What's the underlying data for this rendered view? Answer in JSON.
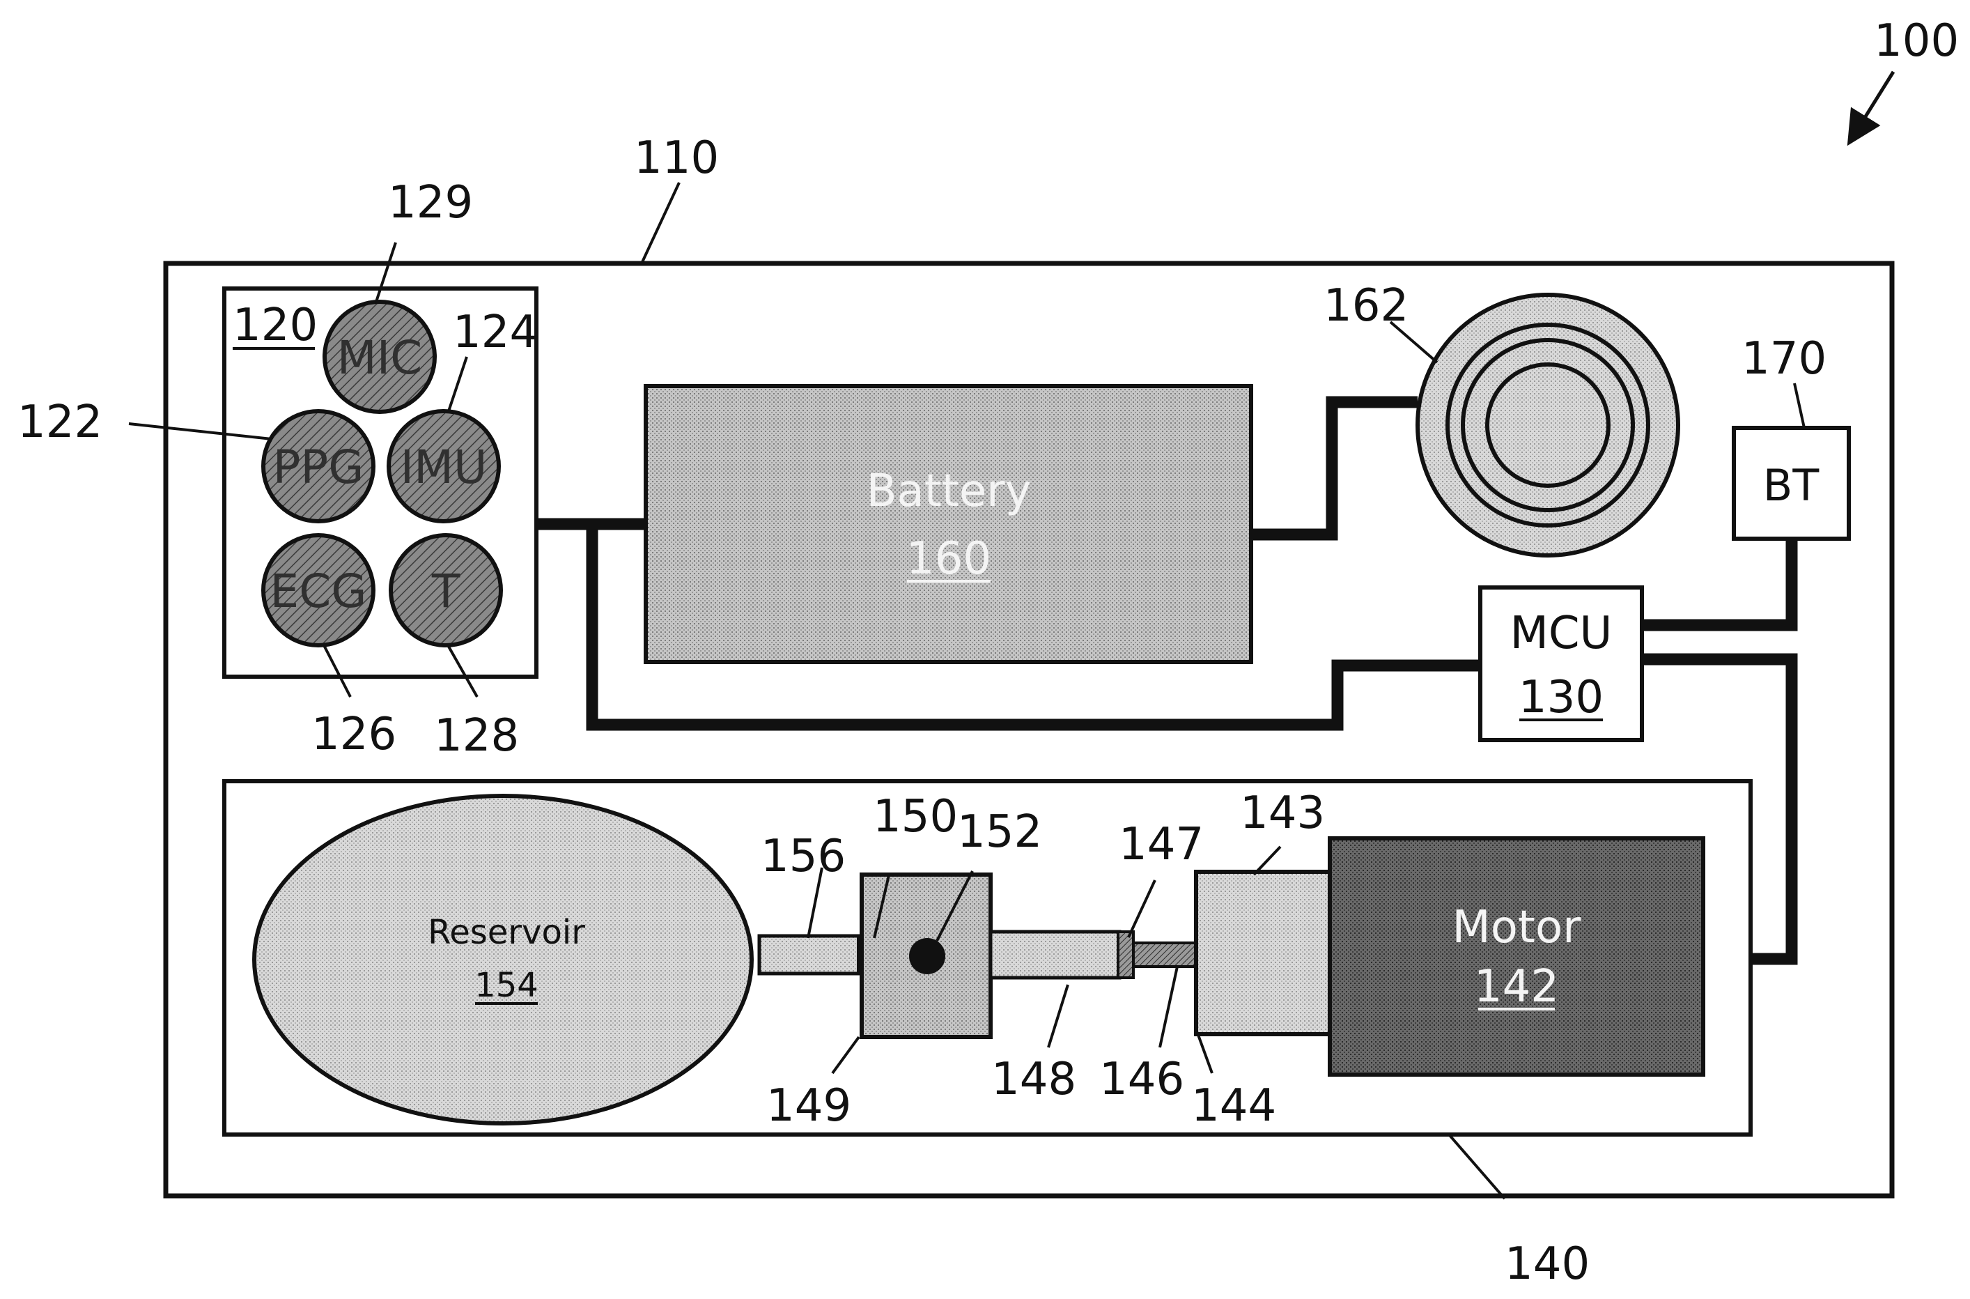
{
  "figure": {
    "refs": {
      "r100": "100",
      "r110": "110",
      "r120": "120",
      "r122": "122",
      "r124": "124",
      "r126": "126",
      "r128": "128",
      "r129": "129",
      "r130": "130",
      "r140": "140",
      "r142": "142",
      "r143": "143",
      "r144": "144",
      "r146": "146",
      "r147": "147",
      "r148": "148",
      "r149": "149",
      "r150": "150",
      "r152": "152",
      "r154": "154",
      "r156": "156",
      "r160": "160",
      "r162": "162",
      "r170": "170"
    },
    "sensors": {
      "mic": "MIC",
      "ppg": "PPG",
      "imu": "IMU",
      "ecg": "ECG",
      "temp": "T"
    },
    "battery": {
      "label": "Battery",
      "number": "160"
    },
    "mcu": {
      "label": "MCU",
      "number": "130"
    },
    "bt": {
      "label": "BT"
    },
    "motor": {
      "label": "Motor",
      "number": "142"
    },
    "reservoir": {
      "label": "Reservoir",
      "number": "154"
    }
  }
}
